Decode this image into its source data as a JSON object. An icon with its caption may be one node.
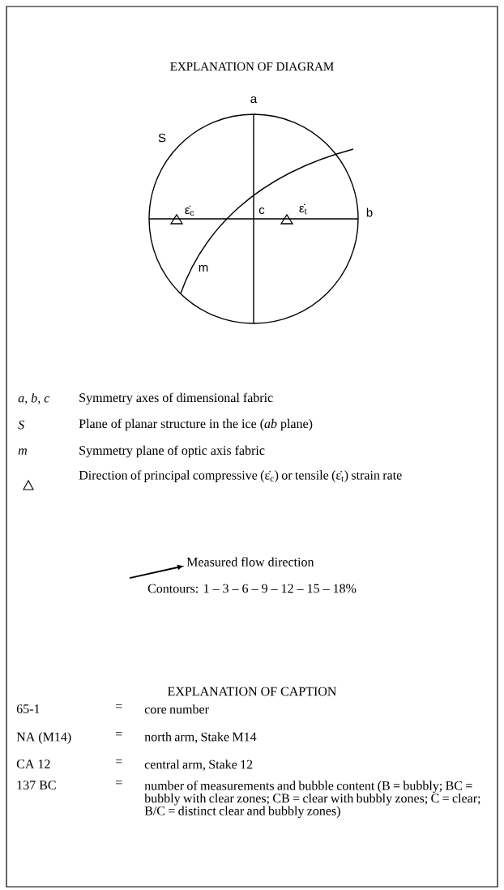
{
  "diagram": {
    "title": "EXPLANATION OF DIAGRAM",
    "labels": [
      "a",
      "S",
      "ε̇$_{c}$",
      "c",
      "ε̇$_{t}$",
      "b",
      "m",
      "a, b, c",
      "Symmetry axes of dimensional fabric",
      "S",
      "Plane of planar structure in the ice (*ab* plane)",
      "m",
      "Symmetry plane of optic axis fabric",
      "Direction of principal compressive (ε̇$_{c}$) or tensile (ε̇$_{t}$) strain rate",
      "Measured flow direction",
      "Contours: 1 – 3 – 6 – 9 – 12 – 15 – 18%",
      "EXPLANATION OF CAPTION",
      "65-1",
      "=",
      "core number",
      "NA (M14)",
      "=",
      "north arm, Stake M14",
      "CA 12",
      "=",
      "central arm, Stake 12",
      "137 BC",
      "=",
      "number of measurements and bubble content (B = bubbly;  BC = bubbly with clear zones; CB = clear with bubbly zones;  C = clear; B/C = distinct clear and bubbly zones)"
    ]
  }
}
